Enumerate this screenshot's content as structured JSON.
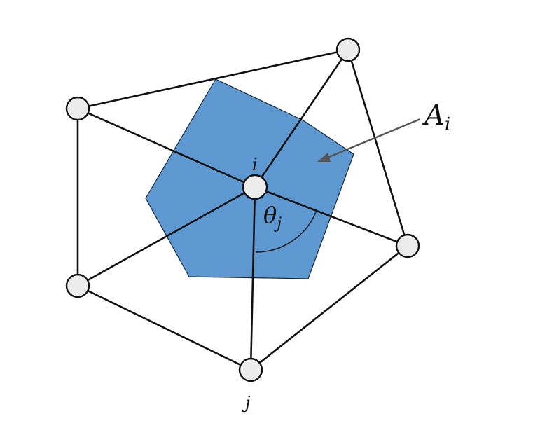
{
  "diagram": {
    "title_labels": {
      "area": "A",
      "area_sub": "i",
      "center_vertex": "i",
      "neighbor_vertex": "j",
      "angle": "θ",
      "angle_sub": "j"
    },
    "colors": {
      "region_fill": "#5e98d0",
      "edge": "#111111",
      "node_fill": "#ececec",
      "arrow": "#555555"
    }
  }
}
